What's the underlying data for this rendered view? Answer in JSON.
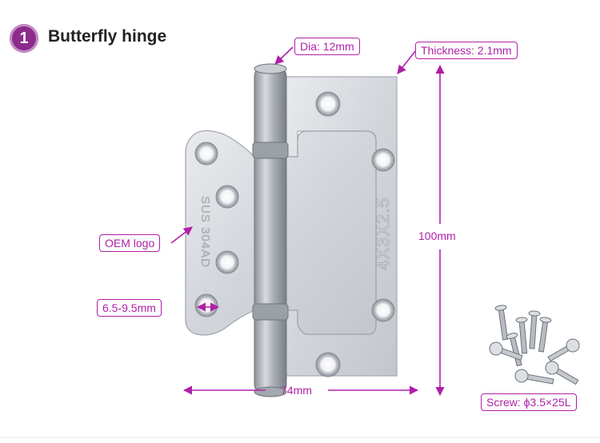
{
  "section": {
    "number": "1",
    "title": "Butterfly hinge"
  },
  "labels": {
    "diameter": "Dia: 12mm",
    "thickness": "Thickness: 2.1mm",
    "height": "100mm",
    "width": "74mm",
    "oem_logo": "OEM logo",
    "hole_size": "6.5-9.5mm",
    "screw": "Screw: ϕ3.5×25L"
  },
  "hinge_markings": {
    "stamp": "SUS 304AD",
    "size": "4X3X2.5"
  },
  "colors": {
    "accent": "#b020a8",
    "badge": "#8b2c8c",
    "metal": "#d4d7dc"
  }
}
